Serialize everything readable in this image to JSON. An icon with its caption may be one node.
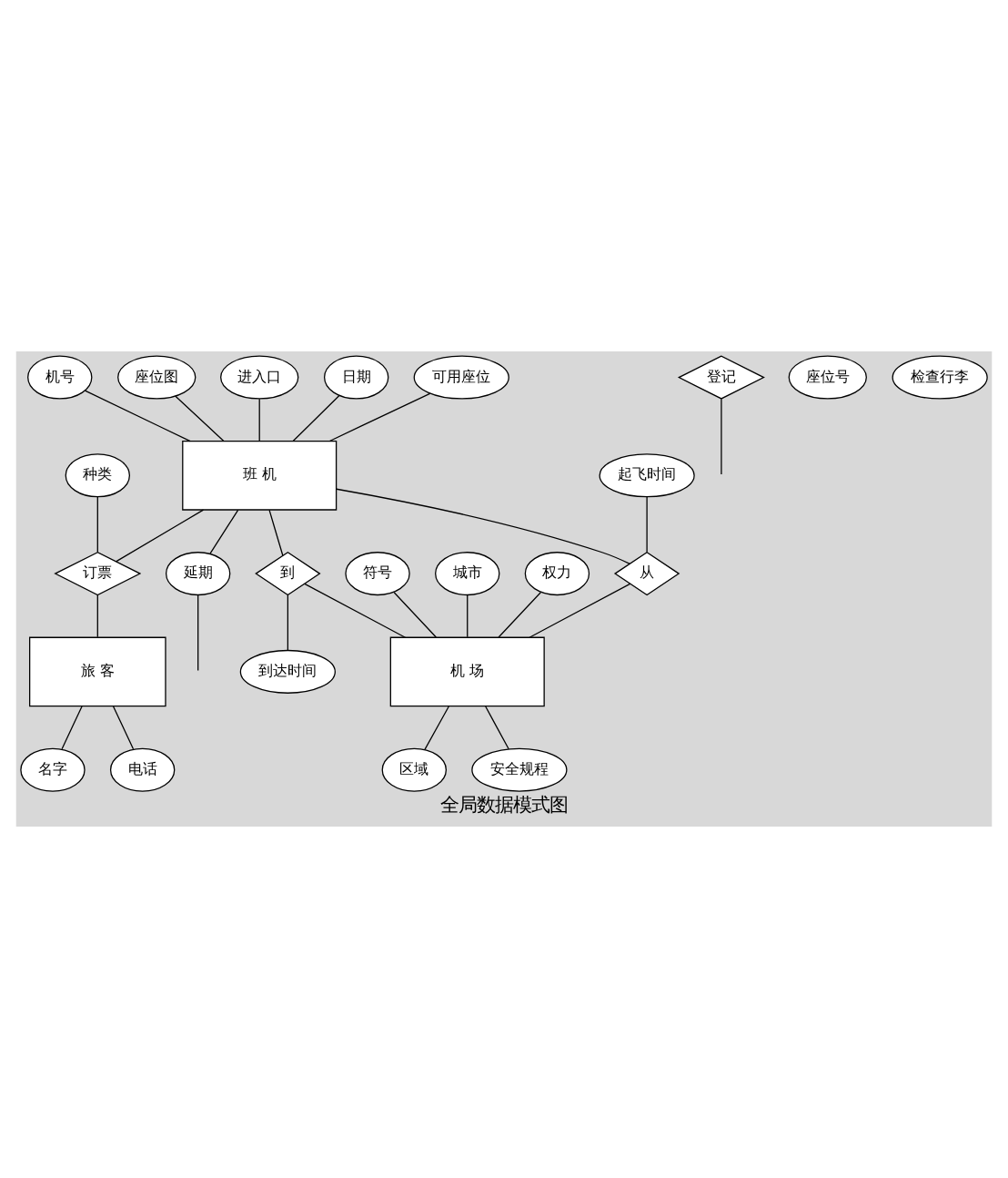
{
  "diagram": {
    "caption": "全局数据模式图",
    "nodes": [
      {
        "text": [
          "班 机"
        ]
      },
      {
        "text": [
          "机号"
        ]
      },
      {
        "text": [
          "座位图"
        ]
      },
      {
        "text": [
          "进入口"
        ]
      },
      {
        "text": [
          "种类"
        ]
      },
      {
        "text": [
          "日期"
        ]
      },
      {
        "text": [
          "订票"
        ]
      },
      {
        "text": [
          "可用座位"
        ]
      },
      {
        "text": [
          "延期"
        ]
      },
      {
        "text": [
          "登记"
        ]
      },
      {
        "text": [
          "起飞时间"
        ]
      },
      {
        "text": [
          "从"
        ]
      },
      {
        "text": [
          "到"
        ]
      },
      {
        "text": [
          "座位号"
        ]
      },
      {
        "text": [
          "检查行李"
        ]
      },
      {
        "text": [
          "到达时间"
        ]
      },
      {
        "text": [
          "旅 客"
        ]
      },
      {
        "text": [
          "符号"
        ]
      },
      {
        "text": [
          "区域"
        ]
      },
      {
        "text": [
          "城市"
        ]
      },
      {
        "text": [
          "机 场"
        ]
      },
      {
        "text": [
          "名字"
        ]
      },
      {
        "text": [
          "电话"
        ]
      },
      {
        "text": [
          "权力"
        ]
      },
      {
        "text": [
          "安全规程"
        ]
      }
    ],
    "edges": [
      {
        "from": 1,
        "to": 0,
        "arrow": "none"
      },
      {
        "from": 2,
        "to": 0,
        "arrow": "none"
      },
      {
        "from": 3,
        "to": 0,
        "arrow": "none"
      },
      {
        "from": 5,
        "to": 0,
        "arrow": "none"
      },
      {
        "from": 7,
        "to": 0,
        "arrow": "none"
      },
      {
        "from": 0,
        "to": 8,
        "arrow": "none"
      },
      {
        "from": 8,
        "to": null,
        "arrow": "none"
      },
      {
        "from": 0,
        "to": 6,
        "arrow": "none"
      },
      {
        "from": 4,
        "to": 6,
        "arrow": "none"
      },
      {
        "from": 6,
        "to": 16,
        "arrow": "none"
      },
      {
        "from": 9,
        "to": null,
        "arrow": "none"
      },
      {
        "from": 0,
        "to": 11,
        "arrow": "none"
      },
      {
        "from": 10,
        "to": 11,
        "arrow": "none"
      },
      {
        "from": 11,
        "to": 20,
        "arrow": "none"
      },
      {
        "from": 0,
        "to": 12,
        "arrow": "none"
      },
      {
        "from": 12,
        "to": 15,
        "arrow": "none"
      },
      {
        "from": 12,
        "to": 20,
        "arrow": "none"
      },
      {
        "from": 17,
        "to": 20,
        "arrow": "none"
      },
      {
        "from": 19,
        "to": 20,
        "arrow": "none"
      },
      {
        "from": 23,
        "to": 20,
        "arrow": "none"
      },
      {
        "from": 20,
        "to": 18,
        "arrow": "none"
      },
      {
        "from": 20,
        "to": 24,
        "arrow": "none"
      },
      {
        "from": 16,
        "to": 21,
        "arrow": "none"
      },
      {
        "from": 16,
        "to": 22,
        "arrow": "none"
      }
    ]
  }
}
